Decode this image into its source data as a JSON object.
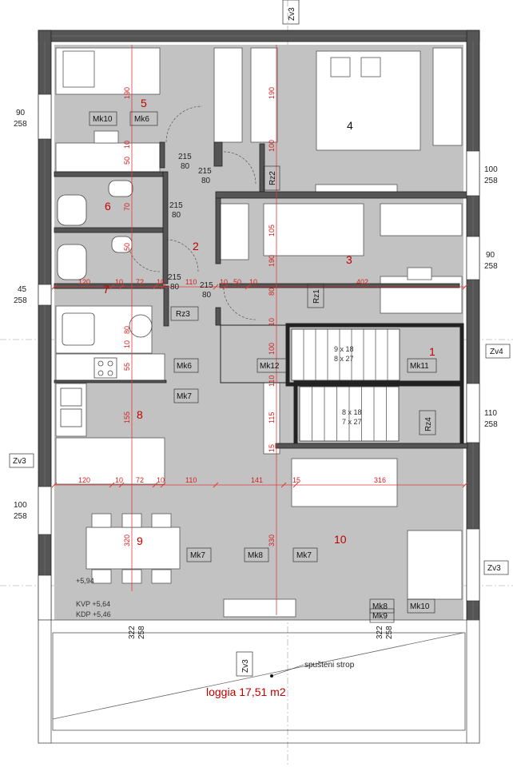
{
  "rooms": {
    "r1": "1",
    "r2": "2",
    "r3": "3",
    "r4": "4",
    "r5": "5",
    "r6": "6",
    "r7": "7",
    "r8": "8",
    "r9": "9",
    "r10": "10"
  },
  "tags": {
    "mk10_top": "Mk10",
    "mk6_top": "Mk6",
    "rz3_mid": "Rz3",
    "mk6_kitchen": "Mk6",
    "mk7_kitchen": "Mk7",
    "mk12": "Mk12",
    "mk11": "Mk11",
    "rz1": "Rz1",
    "rz2": "Rz2",
    "rz4": "Rz4",
    "mk7_a": "Mk7",
    "mk8_a": "Mk8",
    "mk7_b": "Mk7",
    "mk8_b": "Mk8",
    "mk10_b": "Mk10",
    "mk9": "Mk9",
    "zv3_top": "Zv3",
    "zv4": "Zv4",
    "zv3_left": "Zv3",
    "zv3_right": "Zv3",
    "zv3_loggia": "Zv3"
  },
  "window_dims": {
    "w90_a": "90",
    "w258_a": "258",
    "w100_a": "100",
    "w258_b": "258",
    "w90_b": "90",
    "w258_c": "258",
    "w45": "45",
    "w258_d": "258",
    "w110": "110",
    "w258_e": "258",
    "w100_b": "100",
    "w258_f": "258",
    "w322": "322",
    "w258_g": "258",
    "w322b": "322",
    "w258_h": "258"
  },
  "stairs": {
    "upper_a": "9 x 18",
    "upper_b": "8 x 27",
    "lower_a": "8 x 18",
    "lower_b": "7 x 27"
  },
  "red_dims": {
    "d190_a": "190",
    "d10_a": "10",
    "d50_a": "50",
    "d70": "70",
    "d50_b": "50",
    "d190_b": "190",
    "d100_a": "100",
    "d105": "105",
    "d190_c": "190",
    "d80_a": "80",
    "d120_a": "120",
    "d10_b": "10",
    "d72_a": "72",
    "d10_c": "10",
    "d110_a": "110",
    "d10_d": "10",
    "d50_c": "50",
    "d10_e": "10",
    "d402": "402",
    "d80_b": "80",
    "d55": "55",
    "d155": "155",
    "d100_b": "100",
    "d110_b": "110",
    "d115": "115",
    "d15": "15",
    "d120_b": "120",
    "d10_f": "10",
    "d72_b": "72",
    "d10_g": "10",
    "d110_c": "110",
    "d141": "141",
    "d15b": "15",
    "d316": "316",
    "d320": "320",
    "d330": "330",
    "d10_h": "10",
    "d10_i": "10"
  },
  "door_dims": {
    "dd215_a": "215",
    "dd80_a": "80",
    "dd215_b": "215",
    "dd80_b": "80",
    "dd215_c": "215",
    "dd80_c": "80",
    "dd215_d": "215",
    "dd80_d": "80",
    "dd215_e": "215",
    "dd80_e": "80"
  },
  "levels": {
    "l1": "+5,94",
    "l2": "KVP +5,64",
    "l3": "KDP +5,46"
  },
  "notes": {
    "ceiling": "spušteni strop",
    "loggia": "loggia 17,51 m2"
  }
}
